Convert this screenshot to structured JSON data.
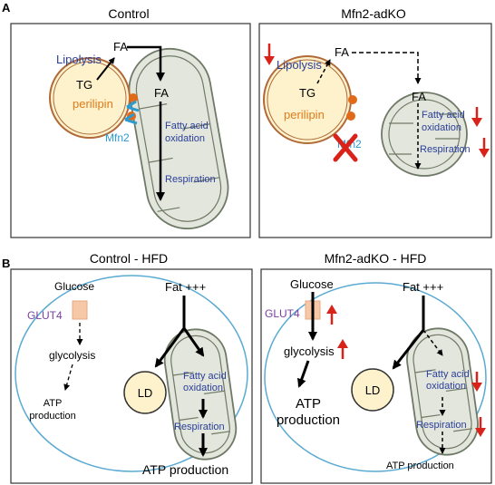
{
  "panel_a": {
    "label": "A",
    "control": {
      "title": "Control",
      "lipolysis": "Lipolysis",
      "fa_top": "FA",
      "tg": "TG",
      "perilipin": "perilipin",
      "fa_mito": "FA",
      "mfn2": "Mfn2",
      "fatty_acid_line1": "Fatty acid",
      "fatty_acid_line2": "oxidation",
      "respiration": "Respiration"
    },
    "ko": {
      "title": "Mfn2-adKO",
      "lipolysis": "Lipolysis",
      "fa_top": "FA",
      "tg": "TG",
      "perilipin": "perilipin",
      "fa_mito": "FA",
      "mfn2": "Mfn2",
      "fatty_acid_line1": "Fatty acid",
      "fatty_acid_line2": "oxidation",
      "respiration": "Respiration"
    }
  },
  "panel_b": {
    "label": "B",
    "control": {
      "title": "Control - HFD",
      "glucose": "Glucose",
      "glut4": "GLUT4",
      "glycolysis": "glycolysis",
      "atp_line1": "ATP",
      "atp_line2": "production",
      "fat": "Fat +++",
      "ld": "LD",
      "fatty_acid_line1": "Fatty acid",
      "fatty_acid_line2": "oxidation",
      "respiration": "Respiration",
      "atp_production": "ATP production"
    },
    "ko": {
      "title": "Mfn2-adKO - HFD",
      "glucose": "Glucose",
      "glut4": "GLUT4",
      "glycolysis": "glycolysis",
      "atp_line1": "ATP",
      "atp_line2": "production",
      "fat": "Fat +++",
      "ld": "LD",
      "fatty_acid_line1": "Fatty acid",
      "fatty_acid_line2": "oxidation",
      "respiration": "Respiration",
      "atp_production": "ATP production"
    }
  },
  "colors": {
    "blue_text": "#2a3f9a",
    "orange_text": "#e07a1a",
    "purple_text": "#7a3fa0",
    "cyan_text": "#2a9bd0",
    "red_arrow": "#d8221a",
    "droplet_fill": "#fdf2cc",
    "droplet_ring": "#b06a3a",
    "mito_fill": "#e3e6dc",
    "mito_edge": "#6f7a66",
    "cell_outline": "#5aaad2",
    "glut4_fill": "#f6c8a8"
  },
  "icons": [
    "down-arrow-icon",
    "up-arrow-icon",
    "x-mark-icon"
  ]
}
